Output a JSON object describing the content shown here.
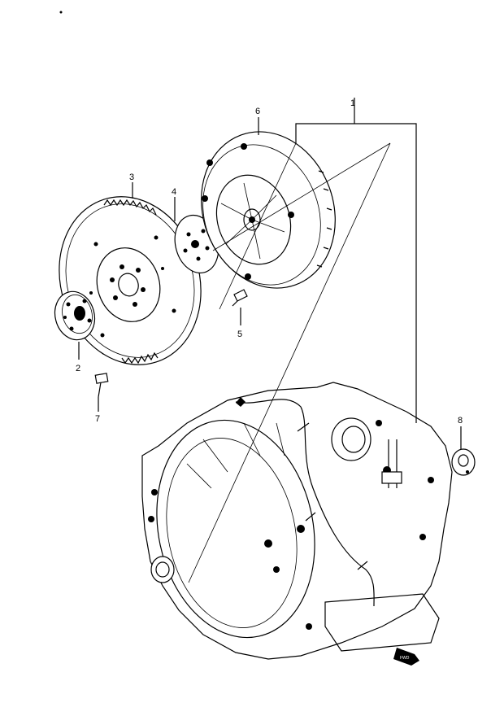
{
  "callouts": {
    "c1": "1",
    "c2": "2",
    "c3": "3",
    "c4": "4",
    "c5": "5",
    "c6": "6",
    "c7": "7",
    "c8": "8"
  },
  "fwd_marker": "FWD"
}
